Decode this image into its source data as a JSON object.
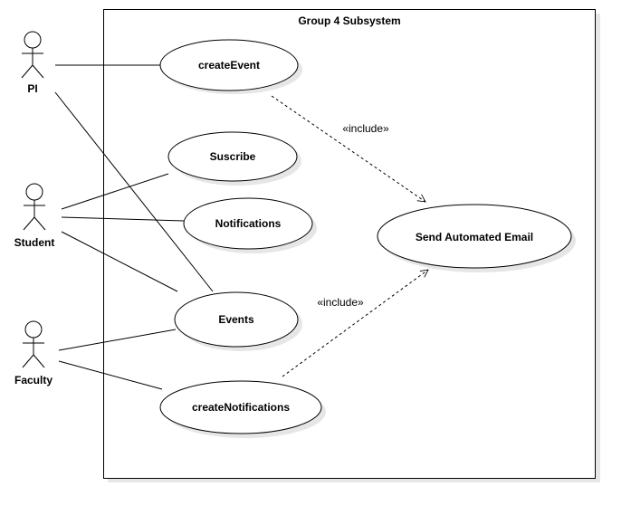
{
  "system": {
    "title": "Group 4 Subsystem"
  },
  "actors": [
    {
      "id": "pi",
      "label": "PI"
    },
    {
      "id": "student",
      "label": "Student"
    },
    {
      "id": "faculty",
      "label": "Faculty"
    }
  ],
  "use_cases": [
    {
      "id": "createEvent",
      "label": "createEvent"
    },
    {
      "id": "suscribe",
      "label": "Suscribe"
    },
    {
      "id": "notifications",
      "label": "Notifications"
    },
    {
      "id": "events",
      "label": "Events"
    },
    {
      "id": "createNotifications",
      "label": "createNotifications"
    },
    {
      "id": "sendEmail",
      "label": "Send Automated Email"
    }
  ],
  "relations": [
    {
      "type": "association",
      "from": "pi",
      "to": "createEvent"
    },
    {
      "type": "association",
      "from": "pi",
      "to": "events"
    },
    {
      "type": "association",
      "from": "student",
      "to": "suscribe"
    },
    {
      "type": "association",
      "from": "student",
      "to": "notifications"
    },
    {
      "type": "association",
      "from": "student",
      "to": "events"
    },
    {
      "type": "association",
      "from": "faculty",
      "to": "events"
    },
    {
      "type": "association",
      "from": "faculty",
      "to": "createNotifications"
    },
    {
      "type": "include",
      "from": "createEvent",
      "to": "sendEmail",
      "label": "«include»"
    },
    {
      "type": "include",
      "from": "createNotifications",
      "to": "sendEmail",
      "label": "«include»"
    }
  ],
  "colors": {
    "stroke": "#000000",
    "shadow": "#e6e6e6",
    "fill": "#ffffff"
  }
}
